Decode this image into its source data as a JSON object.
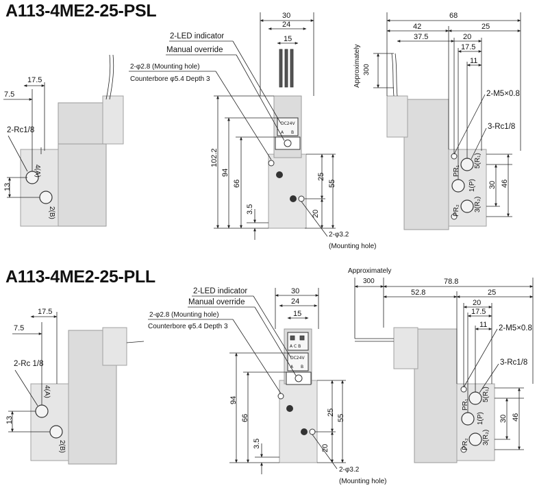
{
  "titles": {
    "top": "A113-4ME2-25-PSL",
    "bottom": "A113-4ME2-25-PLL"
  },
  "top": {
    "left_view": {
      "d1": "17.5",
      "d2": "7.5",
      "d3": "13",
      "port_label": "2-Rc1/8",
      "port_a": "4(A)",
      "port_b": "2(B)"
    },
    "front_view": {
      "w1": "30",
      "w2": "24",
      "w3": "15",
      "led": "2-LED indicator",
      "override": "Manual override",
      "hole1": "2-φ2.8 (Mounting hole)",
      "counterbore": "Counterbore φ5.4 Depth 3",
      "h1": "102.2",
      "h2": "94",
      "h3": "66",
      "h4": "3.5",
      "h5": "25",
      "h6": "55",
      "h7": "20",
      "hole2": "2-φ3.2",
      "hole2b": "(Mounting hole)",
      "voltage": "DC24V",
      "led_a": "A",
      "led_b": "B"
    },
    "right_view": {
      "approx": "Approximately",
      "approx_val": "300",
      "d68": "68",
      "d42": "42",
      "d25": "25",
      "d375": "37.5",
      "d20": "20",
      "d175": "17.5",
      "d11": "11",
      "m5": "2-M5×0.8",
      "rc": "3-Rc1/8",
      "d30": "30",
      "d46": "46",
      "pr1": "PR₁",
      "pr2": "PR₂",
      "p5": "5(R₁)",
      "p1": "1(P)",
      "p3": "3(R₂)"
    }
  },
  "bottom": {
    "left_view": {
      "d1": "17.5",
      "d2": "7.5",
      "d3": "13",
      "port_label": "2-Rc 1/8",
      "port_a": "4(A)",
      "port_b": "2(B)"
    },
    "front_view": {
      "w1": "30",
      "w2": "24",
      "w3": "15",
      "led": "2-LED indicator",
      "override": "Manual override",
      "hole1": "2-φ2.8 (Mounting hole)",
      "counterbore": "Counterbore φ5.4 Depth 3",
      "h2": "94",
      "h3": "66",
      "h4": "3.5",
      "h5": "25",
      "h6": "55",
      "h7": "20",
      "hole2": "2-φ3.2",
      "hole2b": "(Mounting hole)",
      "voltage": "DC24V",
      "led_a": "A",
      "led_b": "B",
      "abc": "A C B"
    },
    "right_view": {
      "approx": "Approximately",
      "approx_val": "300",
      "d788": "78.8",
      "d528": "52.8",
      "d25": "25",
      "d20": "20",
      "d175": "17.5",
      "d11": "11",
      "m5": "2-M5×0.8",
      "rc": "3-Rc1/8",
      "d30": "30",
      "d46": "46",
      "pr1": "PR₁",
      "pr2": "PR₂",
      "p5": "5(R₁)",
      "p1": "1(P)",
      "p3": "3(R₂)"
    }
  }
}
